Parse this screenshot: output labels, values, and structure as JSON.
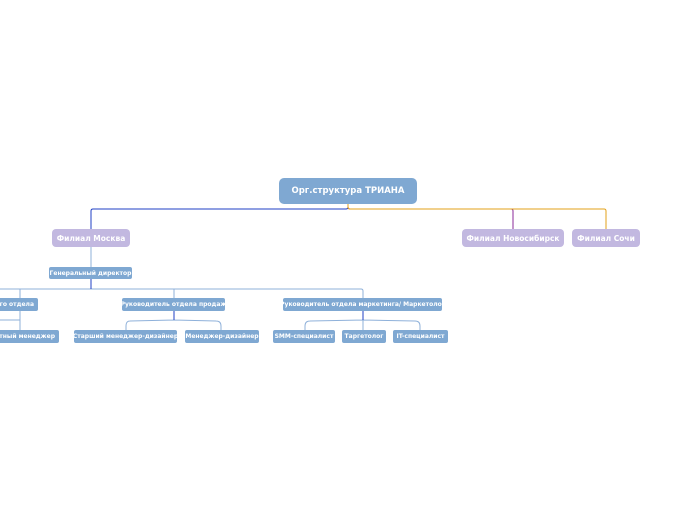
{
  "root": {
    "label": "Орг.структура ТРИАНА"
  },
  "branches": {
    "moscow": "Филиал Москва",
    "novosibirsk": "Филиал Новосибирск",
    "sochi": "Филиал Сочи"
  },
  "moscow": {
    "general_director": "Генеральный директор",
    "heads": {
      "dept_left": "ого отдела",
      "sales": "Руководитель отдела продаж",
      "marketing": "Руководитель отдела маркетинга/ Маркетолог"
    },
    "staff": {
      "left_manager": "ктный менеджер",
      "senior_designer": "Старший менеджер-дизайнер",
      "designer": "Менеджер-дизайнер",
      "smm": "SMM-специалист",
      "targetologist": "Таргетолог",
      "it": "IT-специалист"
    }
  },
  "colors": {
    "node_blue": "#7FA8D2",
    "node_lavender": "#C2B8E0",
    "line_moscow": "#1F3FC4",
    "line_novosibirsk": "#8B2A9A",
    "line_sochi": "#E3A21A",
    "line_light": "#8FB1DA"
  }
}
